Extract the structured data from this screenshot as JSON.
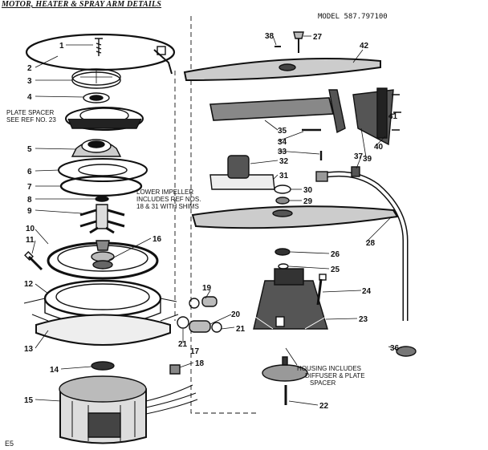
{
  "title": "MOTOR, HEATER & SPRAY ARM DETAILS",
  "model": "MODEL 587.797100",
  "corner_code": "E5",
  "notes": {
    "plate_spacer_1": "PLATE SPACER",
    "plate_spacer_2": "SEE REF NO. 23",
    "impeller_1": "LOWER IMPELLER",
    "impeller_2": "INCLUDES REF NOS.",
    "impeller_3": "18 & 31 WITH SHIMS",
    "housing_1": "HOUSING INCLUDES",
    "housing_2": "DIFFUSER & PLATE",
    "housing_3": "SPACER"
  },
  "callouts": {
    "c1": "1",
    "c2": "2",
    "c3": "3",
    "c4": "4",
    "c5": "5",
    "c6": "6",
    "c7": "7",
    "c8": "8",
    "c9": "9",
    "c10": "10",
    "c11": "11",
    "c12": "12",
    "c13": "13",
    "c14": "14",
    "c15": "15",
    "c16": "16",
    "c17": "17",
    "c18": "18",
    "c19": "19",
    "c20": "20",
    "c21a": "21",
    "c21b": "21",
    "c22": "22",
    "c23": "23",
    "c24": "24",
    "c25": "25",
    "c26": "26",
    "c27": "27",
    "c28": "28",
    "c29": "29",
    "c30": "30",
    "c31": "31",
    "c32": "32",
    "c33": "33",
    "c34": "34",
    "c35": "35",
    "c36": "36",
    "c37": "37",
    "c38": "38",
    "c39": "39",
    "c40": "40",
    "c41": "41",
    "c42": "42"
  }
}
